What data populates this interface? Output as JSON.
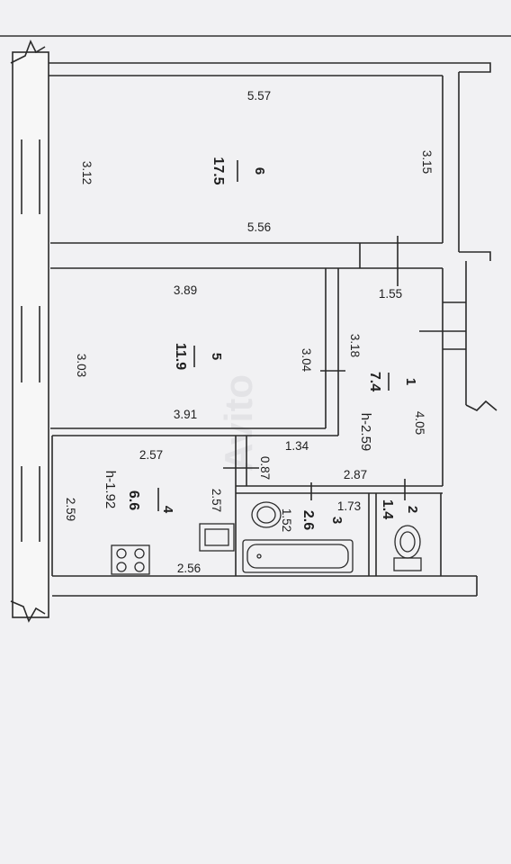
{
  "watermark": "Avito",
  "rooms": [
    {
      "number": "6",
      "area": "17.5",
      "width_top": "5.57",
      "width_bottom": "5.56",
      "depth_left": "3.12",
      "depth_right": "3.15"
    },
    {
      "number": "5",
      "area": "11.9",
      "width_top": "3.89",
      "width_bottom": "3.91",
      "depth_left": "3.03",
      "depth_right": "3.04"
    },
    {
      "number": "1",
      "area": "7.4",
      "height": "h-2.59",
      "dim_top": "1.55",
      "dim_left": "3.18",
      "dim_right": "4.05",
      "dim_bottom": "2.87"
    },
    {
      "number": "4",
      "area": "6.6",
      "height": "h-1.92",
      "width_top": "2.57",
      "width_bottom": "2.56",
      "depth_left": "2.59",
      "depth_right": "2.57"
    },
    {
      "number": "3",
      "area": "2.6",
      "width": "1.73",
      "depth": "1.52"
    },
    {
      "number": "2",
      "area": "1.4"
    }
  ],
  "corridor": {
    "dim_top": "1.34",
    "dim_side": "0.87"
  }
}
